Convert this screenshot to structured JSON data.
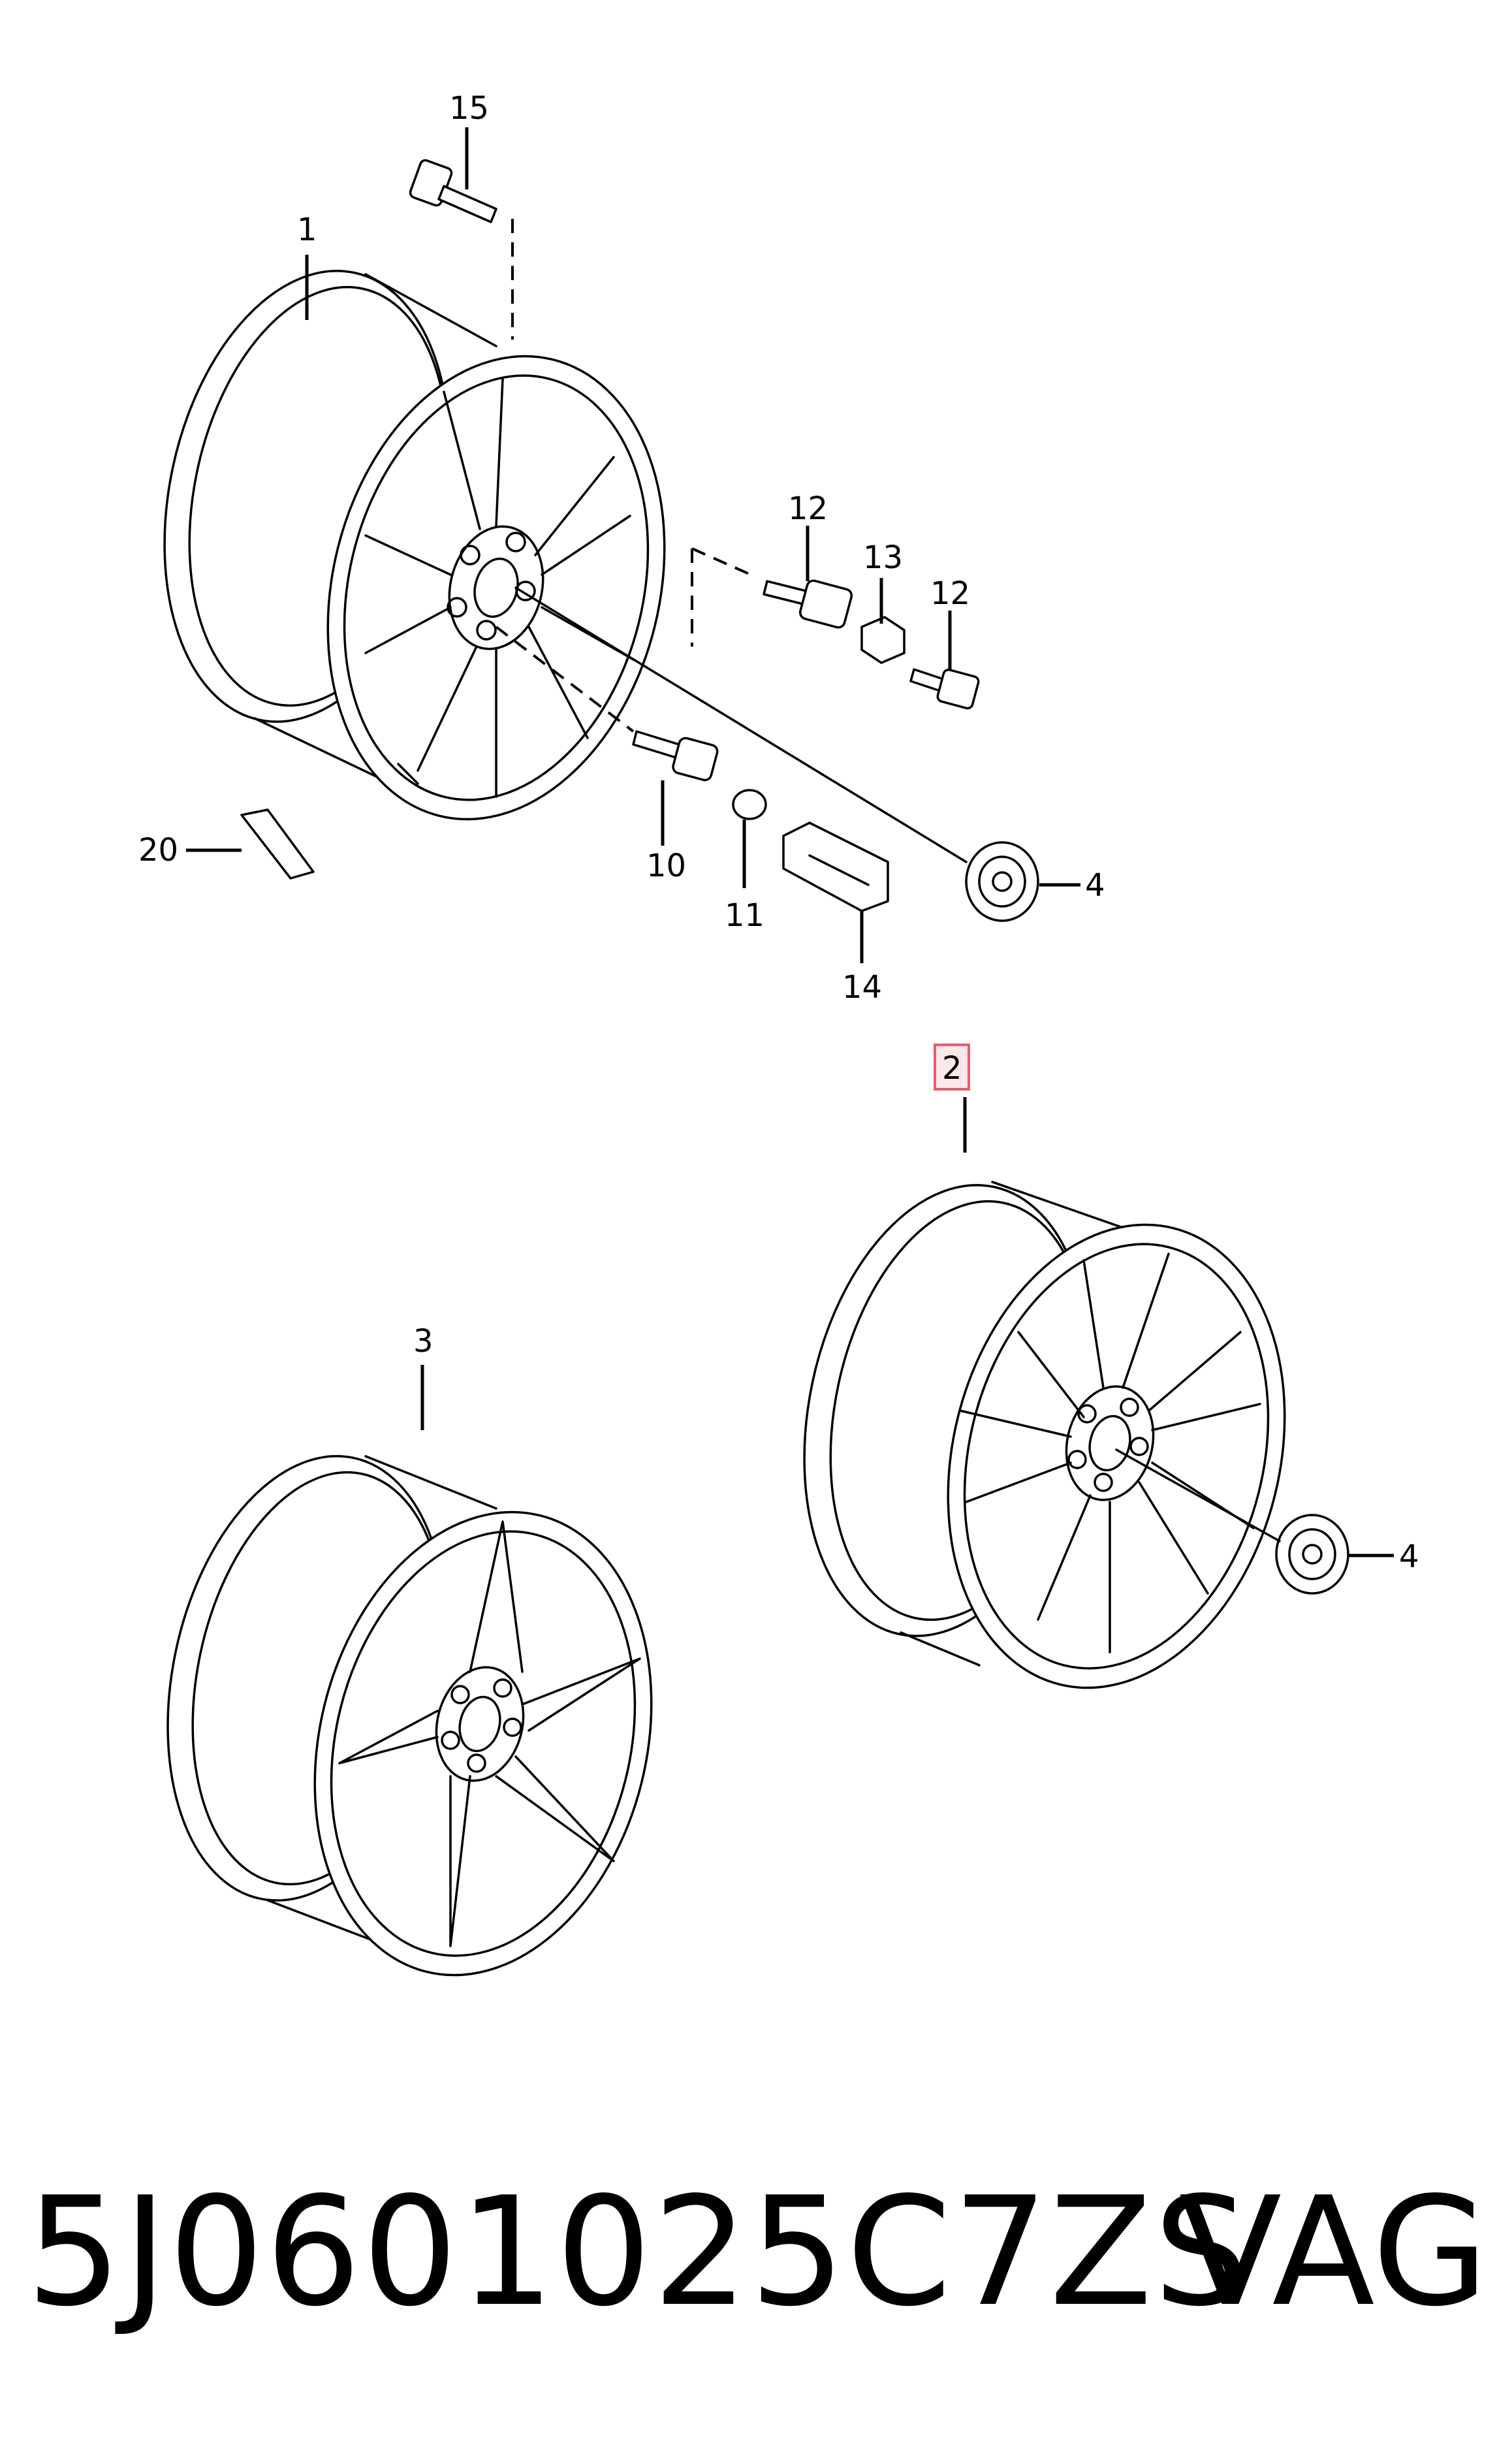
{
  "callouts": {
    "c15": "15",
    "c1": "1",
    "c12a": "12",
    "c13": "13",
    "c12b": "12",
    "c20": "20",
    "c10": "10",
    "c11": "11",
    "c14": "14",
    "c4a": "4",
    "c2": "2",
    "c3": "3",
    "c4b": "4"
  },
  "highlighted_callout": "2",
  "colors": {
    "highlight_fill": "#fde7ea",
    "highlight_border": "#e0616f",
    "line": "#000000"
  },
  "footer": {
    "part_number": "5J0601025C7ZS",
    "brand": "VAG"
  }
}
